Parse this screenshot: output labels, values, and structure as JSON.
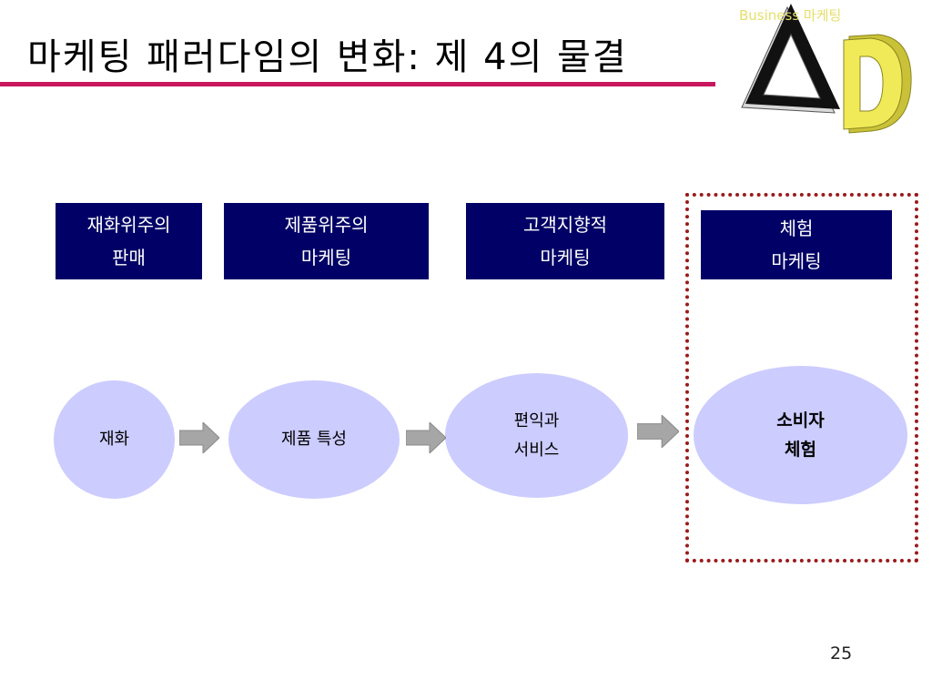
{
  "title": "마케팅 패러다임의 변화: 제 4의 물결",
  "corner_text": "Business 마케팅",
  "colors": {
    "rule": "#c8175d",
    "box": "#000066",
    "ellipse": "#ccccff",
    "frame": "#9a1b1b",
    "arrow": "#a6a6a6"
  },
  "stages": [
    {
      "line1": "재화위주의",
      "line2": "판매"
    },
    {
      "line1": "제품위주의",
      "line2": "마케팅"
    },
    {
      "line1": "고객지향적",
      "line2": "마케팅"
    },
    {
      "line1": "체험",
      "line2": "마케팅"
    }
  ],
  "focus": [
    {
      "line1": "재화",
      "line2": ""
    },
    {
      "line1": "제품 특성",
      "line2": ""
    },
    {
      "line1": "편익과",
      "line2": "서비스"
    },
    {
      "line1": "소비자",
      "line2": "체험"
    }
  ],
  "page_number": "25"
}
